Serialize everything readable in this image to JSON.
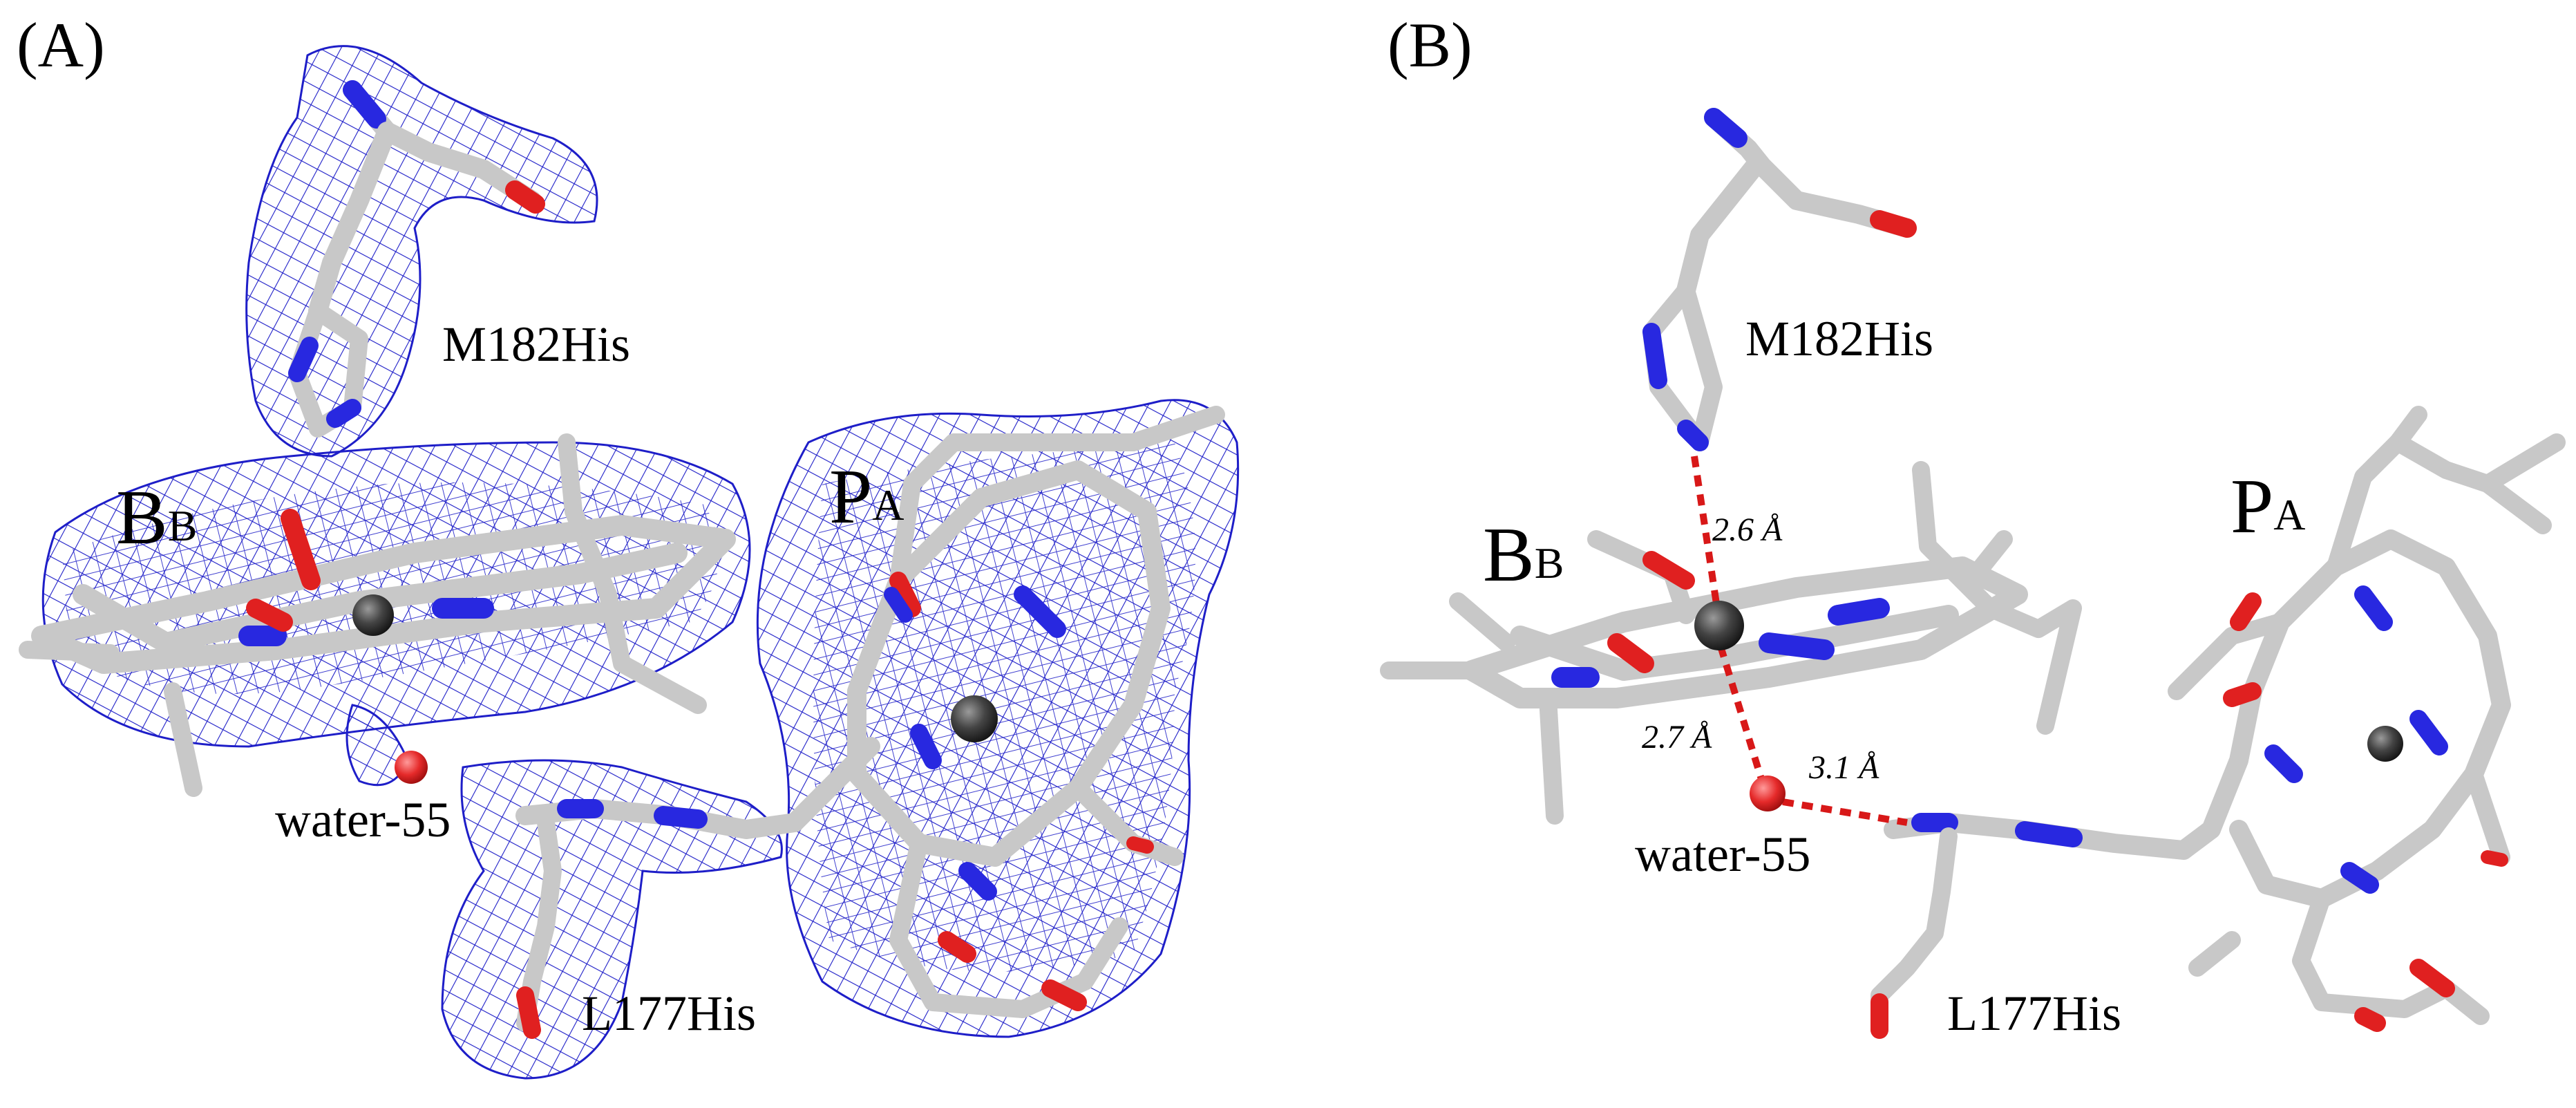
{
  "panels": {
    "a": {
      "label": "(A)",
      "residues": {
        "m182": "M182His",
        "l177": "L177His"
      },
      "bb": {
        "main": "B",
        "sub": "B"
      },
      "pa": {
        "main": "P",
        "sub": "A"
      },
      "water": "water-55"
    },
    "b": {
      "label": "(B)",
      "residues": {
        "m182": "M182His",
        "l177": "L177His"
      },
      "bb": {
        "main": "B",
        "sub": "B"
      },
      "pa": {
        "main": "P",
        "sub": "A"
      },
      "water": "water-55",
      "distances": {
        "d1": "2.6 Å",
        "d2": "2.7 Å",
        "d3": "3.1 Å"
      }
    }
  },
  "colors": {
    "carbon": "#c8c8c8",
    "carbon_dark": "#8a8a8a",
    "nitrogen": "#2828e0",
    "oxygen": "#e02020",
    "mesh": "#1e1ec8",
    "metal": "#3a3a3a",
    "hbond": "#d81818"
  }
}
